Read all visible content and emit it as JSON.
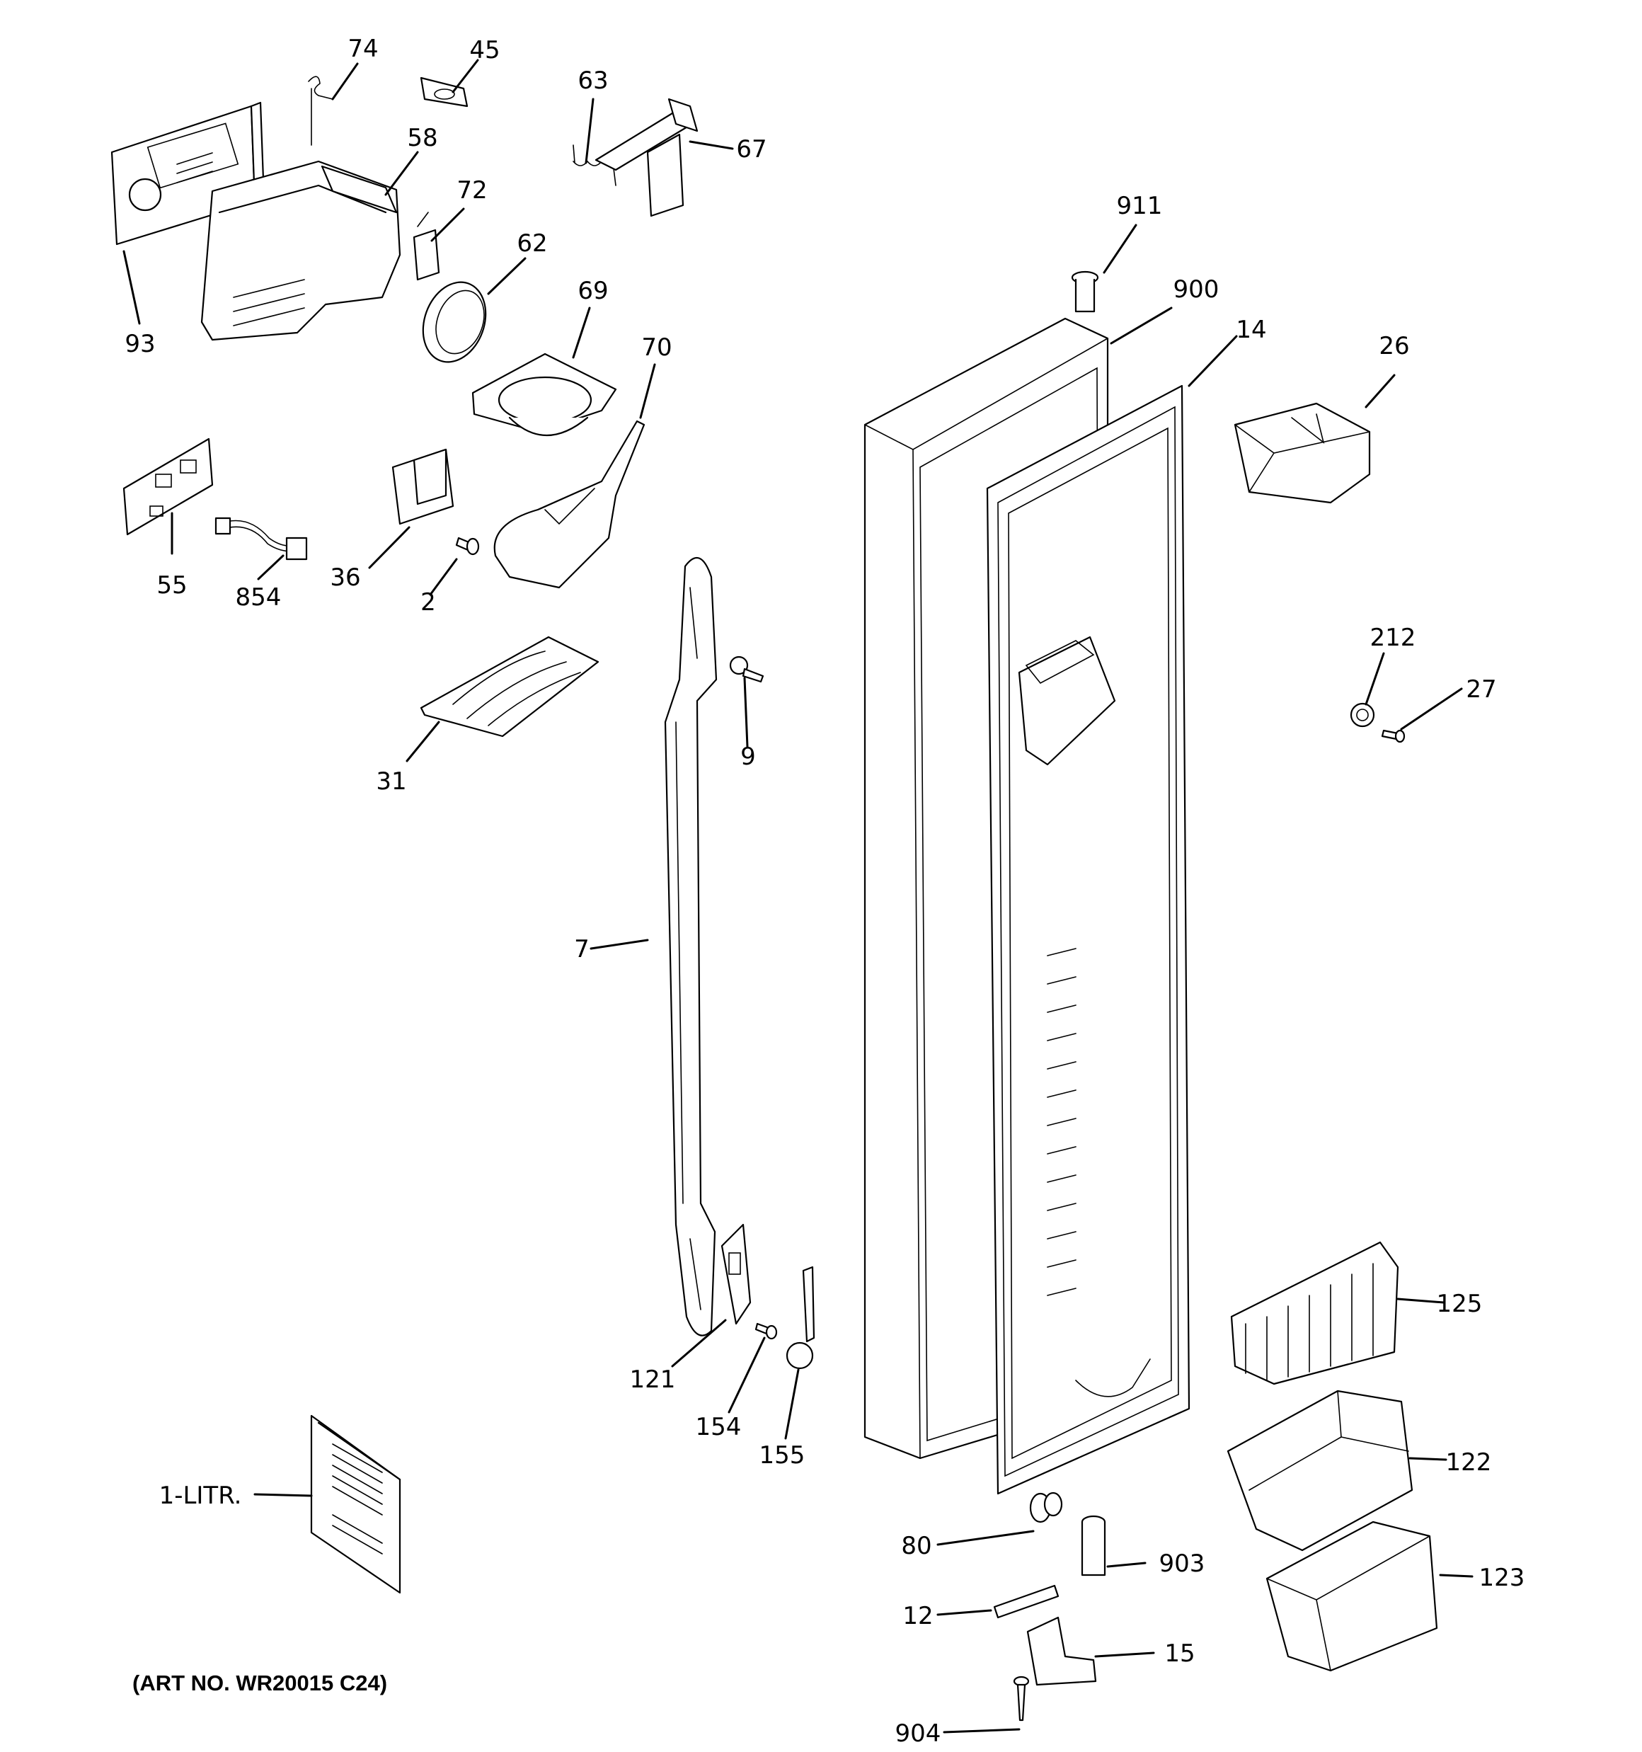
{
  "callouts": [
    {
      "label": "74"
    },
    {
      "label": "45"
    },
    {
      "label": "63"
    },
    {
      "label": "67"
    },
    {
      "label": "58"
    },
    {
      "label": "72"
    },
    {
      "label": "62"
    },
    {
      "label": "93"
    },
    {
      "label": "69"
    },
    {
      "label": "70"
    },
    {
      "label": "911"
    },
    {
      "label": "900"
    },
    {
      "label": "14"
    },
    {
      "label": "26"
    },
    {
      "label": "55"
    },
    {
      "label": "854"
    },
    {
      "label": "36"
    },
    {
      "label": "2"
    },
    {
      "label": "212"
    },
    {
      "label": "27"
    },
    {
      "label": "9"
    },
    {
      "label": "31"
    },
    {
      "label": "7"
    },
    {
      "label": "125"
    },
    {
      "label": "121"
    },
    {
      "label": "154"
    },
    {
      "label": "155"
    },
    {
      "label": "122"
    },
    {
      "label": "1-LITR."
    },
    {
      "label": "80"
    },
    {
      "label": "903"
    },
    {
      "label": "123"
    },
    {
      "label": "12"
    },
    {
      "label": "15"
    },
    {
      "label": "904"
    }
  ],
  "art_number": "(ART NO. WR20015 C24)"
}
